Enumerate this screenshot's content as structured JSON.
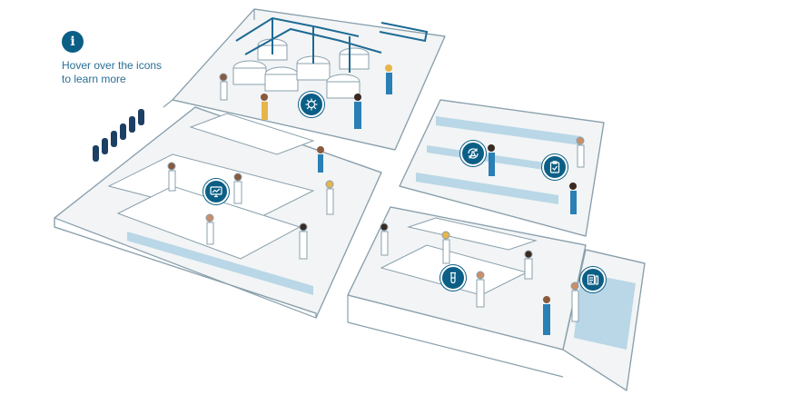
{
  "hint": {
    "icon": "info-icon",
    "text_line1": "Hover over the icons",
    "text_line2": "to learn more"
  },
  "colors": {
    "accent": "#0b5f86",
    "hint_text": "#2a6f97",
    "wall_line": "#8aa0ad",
    "floor": "#f2f4f5",
    "equipment": "#b9d7e6"
  },
  "hotspots": [
    {
      "id": "bioreactor",
      "icon": "virus-icon"
    },
    {
      "id": "computer-lab",
      "icon": "monitor-chart-icon"
    },
    {
      "id": "sample-processing",
      "icon": "flask-cycle-icon"
    },
    {
      "id": "quality-control",
      "icon": "clipboard-check-icon"
    },
    {
      "id": "test-tube-lab",
      "icon": "test-tube-icon"
    },
    {
      "id": "data-storage",
      "icon": "document-data-icon"
    }
  ]
}
